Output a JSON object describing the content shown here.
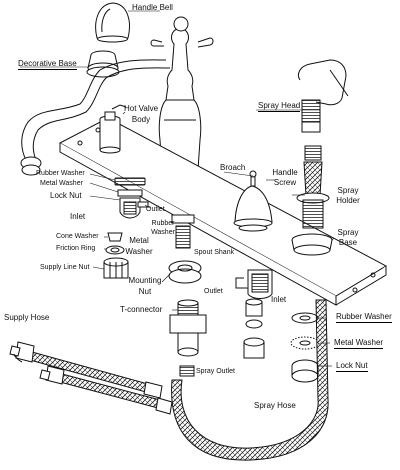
{
  "labels": {
    "handle_bell": "Handle Bell",
    "decorative_base": "Decorative Base",
    "hot_valve_body": "Hot Valve\nBody",
    "spray_head": "Spray Head",
    "rubber_washer_top": "Rubber Washer",
    "metal_washer_top": "Metal Washer",
    "lock_nut_top": "Lock Nut",
    "inlet_left": "Inlet",
    "outlet_left": "Outlet",
    "broach": "Broach",
    "handle_screw": "Handle\nScrew",
    "spray_holder": "Spray\nHolder",
    "rubber_washer_mid": "Rubber\nWasher",
    "metal_washer_mid": "Metal\nWasher",
    "cone_washer": "Cone Washer",
    "friction_ring": "Friction Ring",
    "spout_shank": "Spout Shank",
    "spray_base": "Spray\nBase",
    "supply_line_nut": "Supply Line Nut",
    "mounting_nut": "Mounting\nNut",
    "outlet_right": "Outlet",
    "inlet_right": "Inlet",
    "supply_hose": "Supply Hose",
    "t_connector": "T-connector",
    "rubber_washer_bottom": "Rubber Washer",
    "metal_washer_bottom": "Metal Washer",
    "lock_nut_bottom": "Lock Nut",
    "spray_outlet": "Spray Outlet",
    "spray_hose": "Spray Hose"
  }
}
